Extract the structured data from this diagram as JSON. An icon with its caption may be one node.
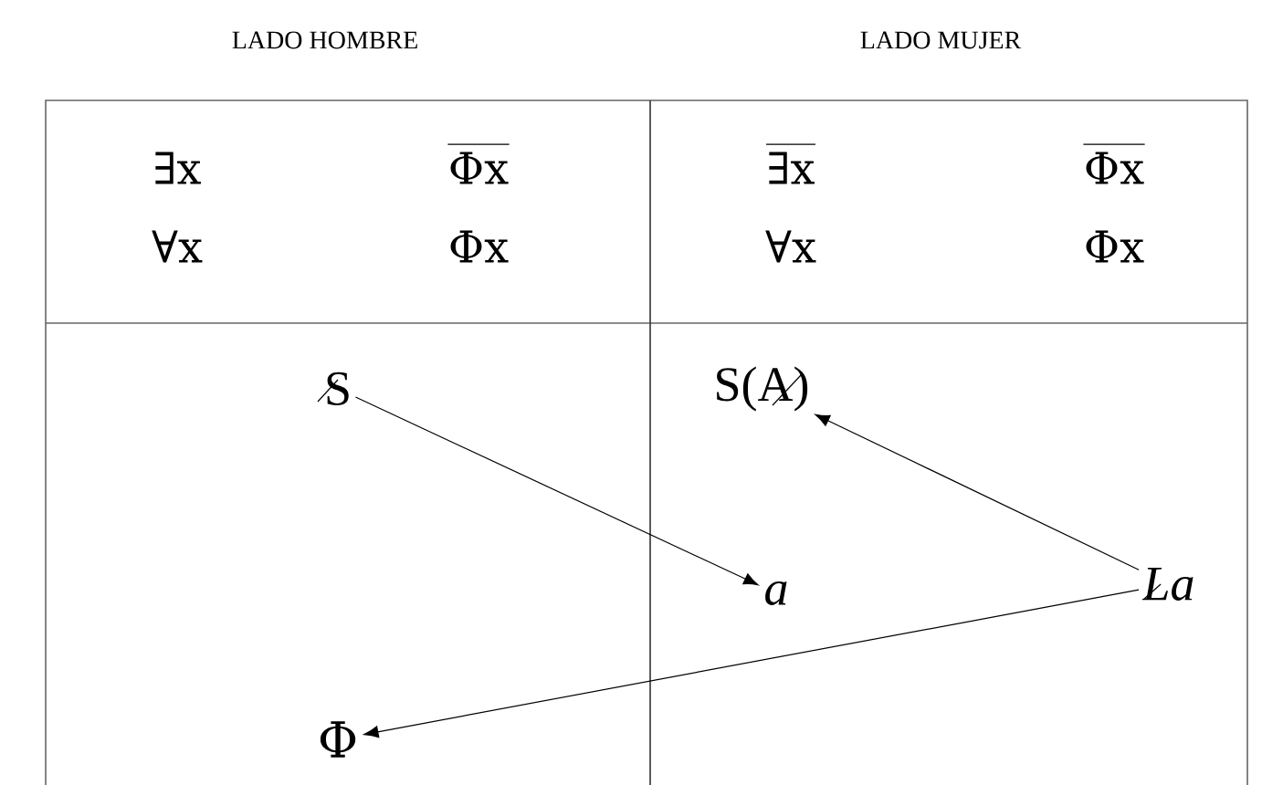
{
  "diagram": {
    "nodes": [
      {
        "text": [
          "S"
        ]
      },
      {
        "text": [
          "a"
        ]
      },
      {
        "text": [
          "S(A)"
        ]
      },
      {
        "text": [
          "La"
        ]
      },
      {
        "text": [
          "Φ"
        ]
      }
    ],
    "edges": [
      {
        "from": 0,
        "to": 1,
        "arrow": "to"
      },
      {
        "from": 3,
        "to": 2,
        "arrow": "to"
      },
      {
        "from": 3,
        "to": 4,
        "arrow": "to"
      }
    ],
    "labels": [
      "LADO HOMBRE",
      "LADO MUJER",
      "∃x",
      "Φx",
      "∃x",
      "Φx",
      "∀x",
      "Φx",
      "∀x",
      "Φx"
    ]
  }
}
